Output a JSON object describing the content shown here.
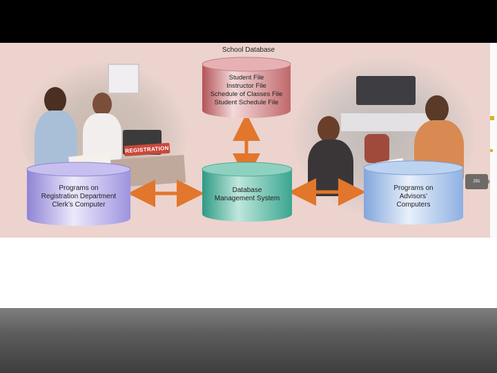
{
  "diagram": {
    "title": "School Database",
    "top_db": {
      "lines": [
        "Student File",
        "Instructor File",
        "Schedule of Classes File",
        "Student Schedule File"
      ],
      "color": "#c96a6e"
    },
    "center_db": {
      "lines": [
        "Database",
        "Management System"
      ],
      "color": "#3fae98"
    },
    "left_db": {
      "lines": [
        "Programs on",
        "Registration Department",
        "Clerk’s Computer"
      ],
      "color": "#a59ae0"
    },
    "right_db": {
      "lines": [
        "Programs on",
        "Advisors’",
        "Computers"
      ],
      "color": "#9ab8e6"
    },
    "sign": "REGISTRATION",
    "page_tab": "291",
    "arrow_color": "#e2762c"
  }
}
